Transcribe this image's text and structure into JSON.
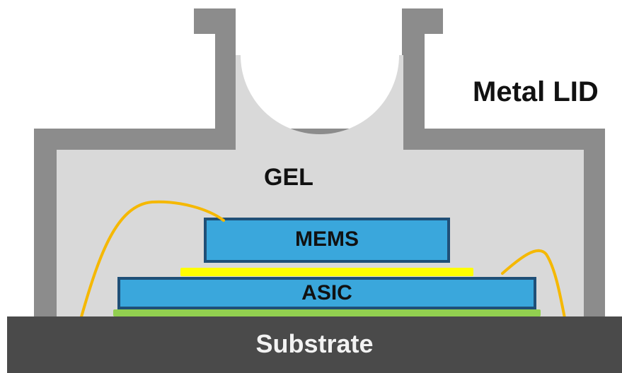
{
  "labels": {
    "lid": "Metal LID",
    "gel": "GEL",
    "mems": "MEMS",
    "asic": "ASIC",
    "substrate": "Substrate"
  },
  "colors": {
    "lid_metal": "#8c8c8c",
    "gel": "#d9d9d9",
    "die_blue": "#3aa7dc",
    "die_outline": "#1f4f77",
    "die_attach_top": "#ffff00",
    "die_attach_bottom": "#92d050",
    "bond_wire": "#f5b800",
    "substrate": "#4a4a4a",
    "background": "#ffffff"
  }
}
